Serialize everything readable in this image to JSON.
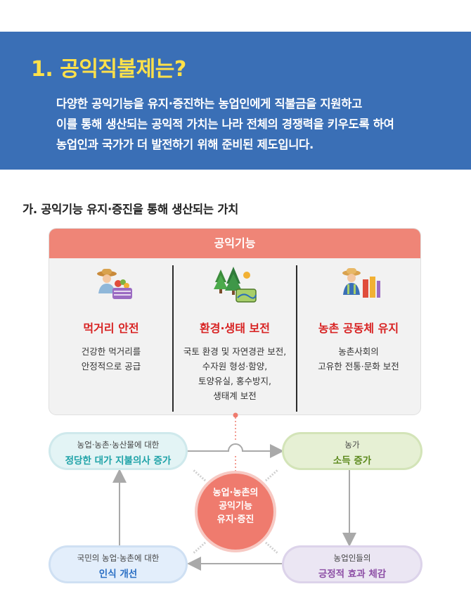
{
  "header": {
    "title": "1. 공익직불제는?",
    "intro_lines": [
      "다양한 공익기능을 유지·증진하는 농업인에게 직불금을 지원하고",
      "이를 통해 생산되는 공익적 가치는 나라 전체의 경쟁력을 키우도록 하여",
      "농업인과 국가가 더 발전하기 위해 준비된 제도입니다."
    ]
  },
  "section": {
    "title": "가. 공익기능 유지·증진을 통해 생산되는 가치"
  },
  "functions": {
    "heading": "공익기능",
    "items": [
      {
        "title": "먹거리 안전",
        "desc": [
          "건강한 먹거리를",
          "안정적으로 공급"
        ],
        "icon": "farmer-produce-icon"
      },
      {
        "title": "환경·생태 보전",
        "desc": [
          "국토 환경 및 자연경관 보전,",
          "수자원 형성·함양,",
          "토양유실, 홍수방지,",
          "생태계 보전"
        ],
        "icon": "forest-landscape-icon"
      },
      {
        "title": "농촌 공동체 유지",
        "desc": [
          "농촌사회의",
          "고유한 전통·문화 보전"
        ],
        "icon": "villager-community-icon"
      }
    ],
    "colors": {
      "header": "#ef8577",
      "title": "#d82323"
    }
  },
  "cycle": {
    "center": [
      "농업·농촌의",
      "공익기능",
      "유지·증진"
    ],
    "top_left": {
      "small": "농업·농촌·농산물에 대한",
      "big": "정당한 대가 지불의사 증가"
    },
    "top_right": {
      "small": "농가",
      "big": "소득 증가"
    },
    "bottom_right": {
      "small": "농업인들의",
      "big": "긍정적 효과 체감"
    },
    "bottom_left": {
      "small": "국민의 농업·농촌에 대한",
      "big": "인식 개선"
    }
  }
}
